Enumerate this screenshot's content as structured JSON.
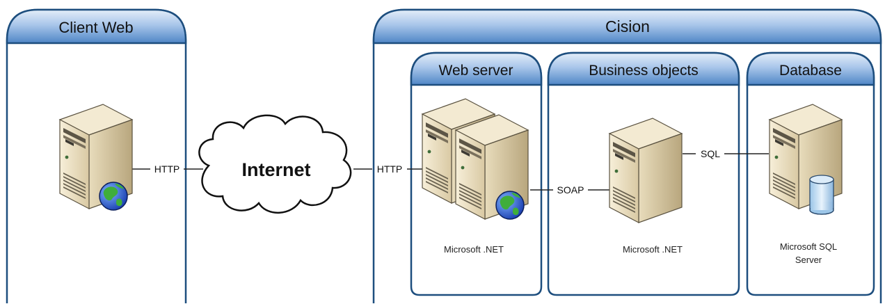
{
  "panels": {
    "client_web": {
      "title": "Client Web"
    },
    "cision": {
      "title": "Cision"
    },
    "web_server": {
      "title": "Web server",
      "caption": "Microsoft .NET"
    },
    "business_objects": {
      "title": "Business objects",
      "caption": "Microsoft .NET"
    },
    "database": {
      "title": "Database",
      "caption_line1": "Microsoft SQL",
      "caption_line2": "Server"
    }
  },
  "cloud": {
    "label": "Internet"
  },
  "connections": {
    "client_http": "HTTP",
    "web_http": "HTTP",
    "soap": "SOAP",
    "sql": "SQL"
  },
  "colors": {
    "panel_border": "#1d4e7e",
    "header_fill_top": "#dbe8f7",
    "header_fill_bottom": "#4f86c6",
    "server_fill": "#eee2c4",
    "server_dark": "#6b6250",
    "globe_blue": "#2350c8",
    "globe_green": "#3fae3a"
  }
}
